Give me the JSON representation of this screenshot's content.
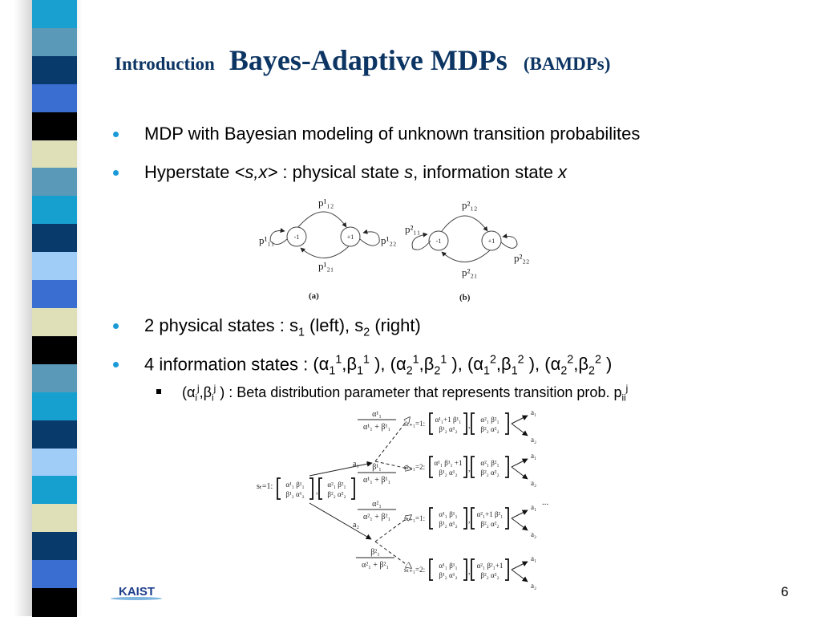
{
  "slide": {
    "section_label": "Introduction",
    "title": "Bayes-Adaptive MDPs",
    "title_abbrev": "(BAMDPs)",
    "page_number": "6",
    "logo_text": "KAIST",
    "colors": {
      "title": "#0d3563",
      "bullet": "#1a9ad6",
      "stripe": [
        "#1aa0d0",
        "#5a9ab8",
        "#083a6c",
        "#3a6ed0",
        "#000000",
        "#e0e0b8",
        "#5a9ab8",
        "#16a0d0",
        "#083a6c",
        "#a0ccf8",
        "#3a6ed0",
        "#e0e0b8",
        "#000000",
        "#5a9ab8",
        "#16a0d0",
        "#083a6c",
        "#a0ccf8",
        "#16a0d0",
        "#e0e0b8",
        "#083a6c",
        "#3a6ed0",
        "#000000"
      ]
    }
  },
  "bullets": [
    {
      "text": "MDP with Bayesian modeling of unknown transition probabilites"
    },
    {
      "prefix": "Hyperstate ",
      "italic1": "<s,x>",
      "mid": " :  physical state ",
      "italic2": "s",
      "mid2": ", information state ",
      "italic3": "x"
    },
    {
      "prefix": "2 physical states :  s",
      "s1_sub": "1",
      "mid": " (left), s",
      "s2_sub": "2",
      "suffix": " (right)"
    },
    {
      "prefix": "4 information states :  ",
      "pairs": [
        {
          "a_sub": "1",
          "a_sup": "1",
          "b_sub": "1",
          "b_sup": "1"
        },
        {
          "a_sub": "2",
          "a_sup": "1",
          "b_sub": "2",
          "b_sup": "1"
        },
        {
          "a_sub": "1",
          "a_sup": "2",
          "b_sub": "1",
          "b_sup": "2"
        },
        {
          "a_sub": "2",
          "a_sup": "2",
          "b_sub": "2",
          "b_sup": "2"
        }
      ]
    }
  ],
  "sub_bullet": {
    "prefix": "(α",
    "a_sub": "i",
    "a_sup": "j",
    "b": ",β",
    "b_sub": "i",
    "b_sup": "j",
    "text": " ) :  Beta distribution parameter that represents transition prob. p",
    "p_sub": "ii",
    "p_sup": "j"
  },
  "figure_mdp": {
    "a": {
      "caption": "(a)",
      "left_state": "-1",
      "right_state": "+1",
      "p_top": "p¹₁₂",
      "p_bottom": "p¹₂₁",
      "p_left": "p¹₁₁",
      "p_right": "p¹₂₂"
    },
    "b": {
      "caption": "(b)",
      "left_state": "-1",
      "right_state": "+1",
      "p_top": "p²₁₂",
      "p_bottom": "p²₂₁",
      "p_left": "p²₁₁",
      "p_right": "p²₂₂"
    }
  },
  "figure_tree": {
    "root": "sₜ=1:",
    "root_m1": [
      "α¹₁ β¹₁",
      "β¹₂ α¹₂"
    ],
    "root_m2": [
      "α²₁ β²₁",
      "β²₂ α²₂"
    ],
    "actions": [
      "a₁",
      "a₂"
    ],
    "branch_probs": [
      "α¹₁ / (α¹₁ + β¹₁)",
      "β¹₁ / (α¹₁ + β¹₁)",
      "α²₁ / (α²₁ + β²₁)",
      "β²₁ / (α²₁ + β²₁)"
    ],
    "leaves": [
      {
        "label": "sₜ₊₁=1:",
        "m1": [
          "α¹₁+1  β¹₁",
          "β¹₂   α¹₂"
        ],
        "m2": [
          "α²₁ β²₁",
          "β²₂ α²₂"
        ]
      },
      {
        "label": "sₜ₊₁=2:",
        "m1": [
          "α¹₁  β¹₁ +1",
          "β¹₂   α¹₂"
        ],
        "m2": [
          "α²₁ β²₁",
          "β²₂ α²₂"
        ]
      },
      {
        "label": "sₜ₊₁=1:",
        "m1": [
          "α¹₁ β¹₁",
          "β¹₂ α¹₂"
        ],
        "m2": [
          "α²₁+1  β²₁",
          "β²₂   α²₂"
        ]
      },
      {
        "label": "sₜ₊₁=2:",
        "m1": [
          "α¹₁  β¹₁",
          "β¹₂  α¹₂"
        ],
        "m2": [
          "α²₁  β²₁+1",
          "β²₂  α²₂"
        ]
      }
    ],
    "ellipsis": "..."
  }
}
